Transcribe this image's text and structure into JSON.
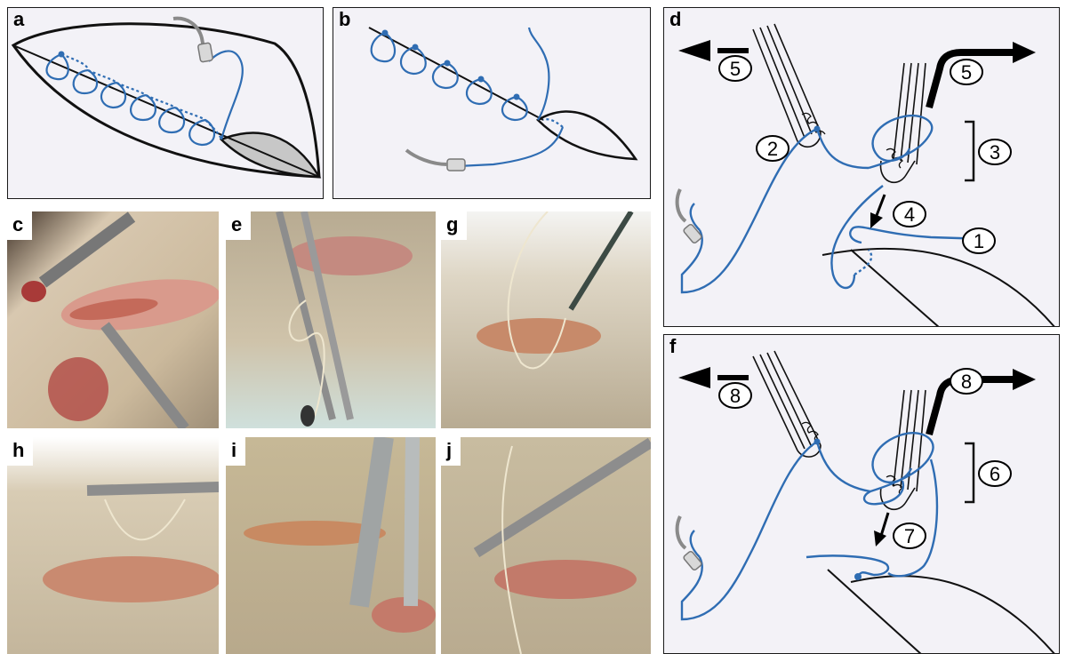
{
  "panels": {
    "a": {
      "letter": "a"
    },
    "b": {
      "letter": "b"
    },
    "c": {
      "letter": "c"
    },
    "d": {
      "letter": "d"
    },
    "e": {
      "letter": "e"
    },
    "f": {
      "letter": "f"
    },
    "g": {
      "letter": "g"
    },
    "h": {
      "letter": "h"
    },
    "i": {
      "letter": "i"
    },
    "j": {
      "letter": "j"
    }
  },
  "steps_d": {
    "s1": "1",
    "s2": "2",
    "s3": "3",
    "s4": "4",
    "s5a": "5",
    "s5b": "5"
  },
  "steps_f": {
    "s6": "6",
    "s7": "7",
    "s8a": "8",
    "s8b": "8"
  },
  "colors": {
    "suture": "#2f6db3",
    "outline": "#111111",
    "wound_fill": "#c7c7c7",
    "diagram_bg": "#f3f2f7",
    "needle": "#8a8a8a"
  }
}
